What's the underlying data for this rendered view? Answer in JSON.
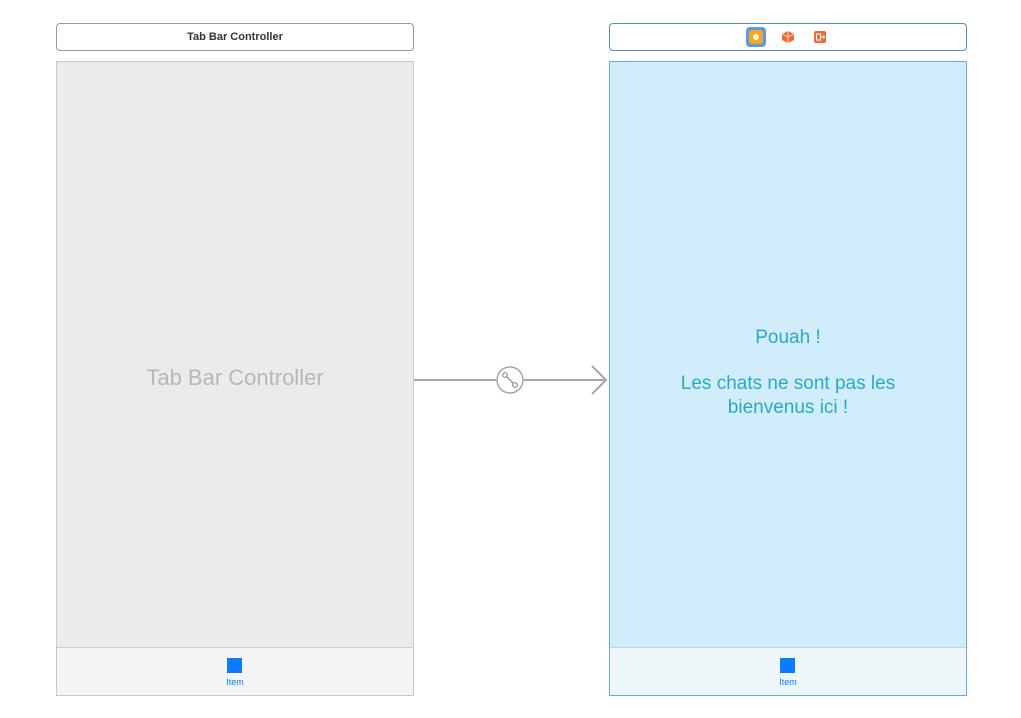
{
  "left_scene": {
    "header_title": "Tab Bar Controller",
    "placeholder_label": "Tab Bar Controller",
    "tab_item_label": "Item"
  },
  "right_scene": {
    "dock_icons": [
      "view-controller-icon",
      "first-responder-icon",
      "exit-icon"
    ],
    "message_line1": "Pouah !",
    "message_line2": "Les chats ne sont pas les",
    "message_line3": "bienvenus ici !",
    "tab_item_label": "Item"
  },
  "segue": {
    "icon": "relationship-segue-icon"
  },
  "colors": {
    "tab_accent": "#0d7bff",
    "message_text": "#2aa9c4",
    "right_scene_bg": "#d1edfb",
    "left_scene_bg": "#ebebeb",
    "view_controller_icon": "#f5a623",
    "first_responder_icon": "#f06a3b",
    "exit_icon": "#f06a3b"
  }
}
